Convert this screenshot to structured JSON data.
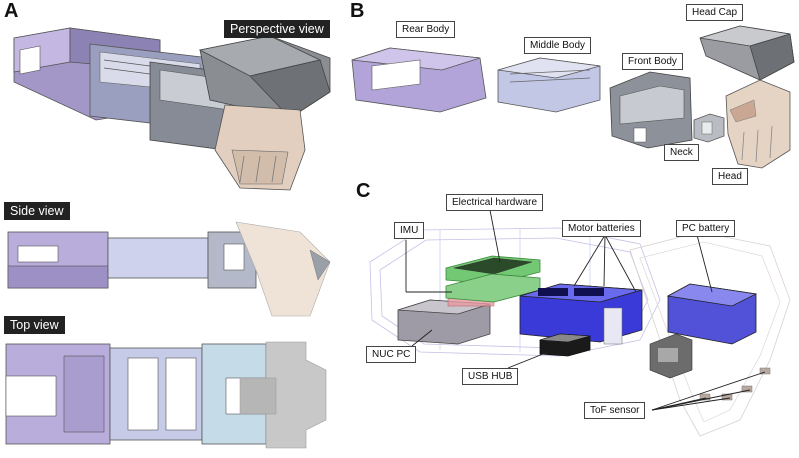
{
  "panels": {
    "a": {
      "letter": "A",
      "views": {
        "perspective": "Perspective view",
        "side": "Side view",
        "top": "Top view"
      }
    },
    "b": {
      "letter": "B",
      "parts": {
        "rear_body": "Rear Body",
        "middle_body": "Middle Body",
        "front_body": "Front Body",
        "head_cap": "Head Cap",
        "neck": "Neck",
        "head": "Head"
      }
    },
    "c": {
      "letter": "C",
      "components": {
        "imu": "IMU",
        "electrical_hardware": "Electrical hardware",
        "motor_batteries": "Motor batteries",
        "pc_battery": "PC battery",
        "nuc_pc": "NUC PC",
        "usb_hub": "USB HUB",
        "tof_sensor": "ToF sensor"
      }
    }
  },
  "colors": {
    "rear_purple": "#b4a6d6",
    "middle_blue": "#c6cbe8",
    "front_grey": "#8f949c",
    "head_beige": "#e6d4c4",
    "cap_grey": "#777a80",
    "battery_blue": "#2b2bd6",
    "hardware_green": "#5bbf5b",
    "imu_red": "#e07a85"
  }
}
